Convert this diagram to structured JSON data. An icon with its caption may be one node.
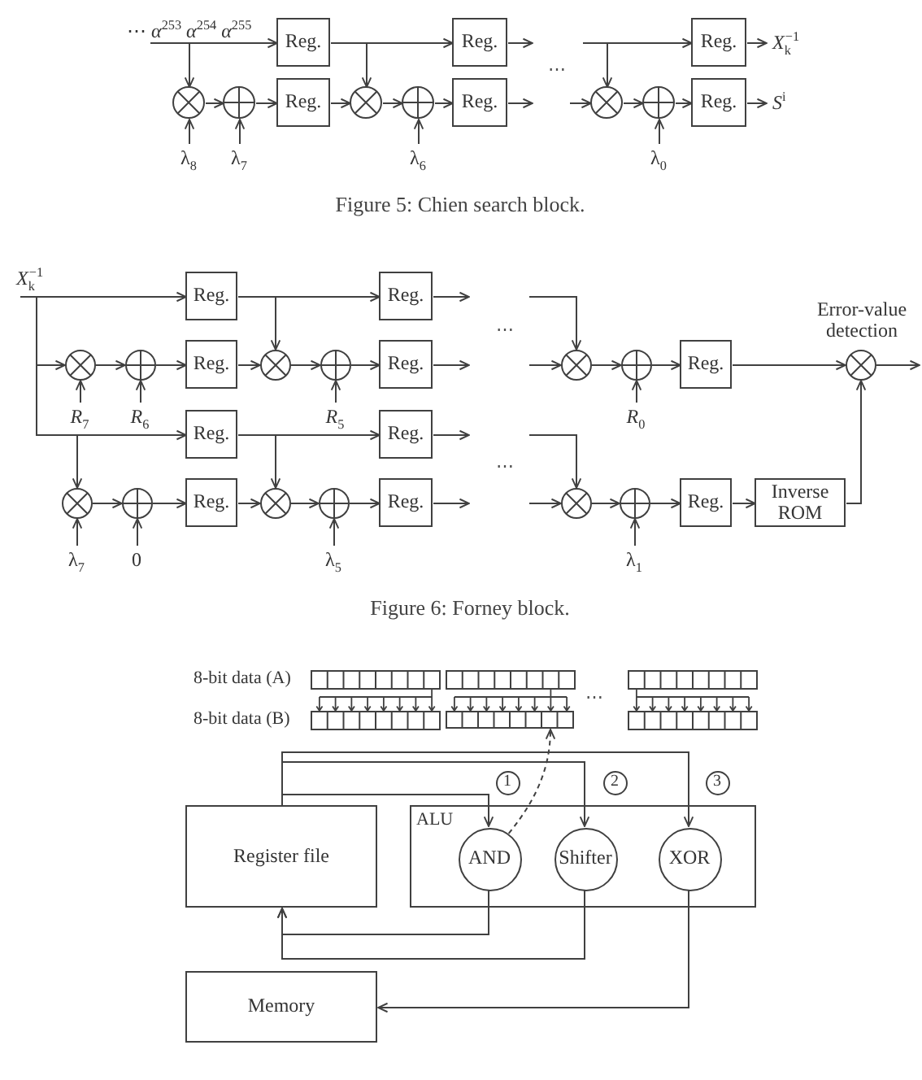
{
  "diagram": {
    "nodes": [
      {
        "text": [
          "⋯ *α*$^{253}$ *α*$^{254}$ *α*$^{255}$"
        ]
      },
      {
        "text": [
          "Reg."
        ]
      },
      {
        "text": [
          "Reg."
        ]
      },
      {
        "text": [
          "Reg."
        ]
      },
      {
        "text": [
          "*X*$_{k}$$^{−1}$"
        ]
      },
      {
        "text": [],
        "shape": "multiplier"
      },
      {
        "text": [],
        "shape": "adder"
      },
      {
        "text": [
          "Reg."
        ]
      },
      {
        "text": [],
        "shape": "multiplier"
      },
      {
        "text": [],
        "shape": "adder"
      },
      {
        "text": [
          "Reg."
        ]
      },
      {
        "text": [],
        "shape": "multiplier"
      },
      {
        "text": [],
        "shape": "adder"
      },
      {
        "text": [
          "Reg."
        ]
      },
      {
        "text": [
          "*S*$^{i}$"
        ]
      },
      {
        "text": [
          "λ$_{8}$"
        ]
      },
      {
        "text": [
          "λ$_{7}$"
        ]
      },
      {
        "text": [
          "λ$_{6}$"
        ]
      },
      {
        "text": [
          "λ$_{0}$"
        ]
      },
      {
        "text": [
          "*X*$_{k}$$^{−1}$"
        ]
      },
      {
        "text": [
          "Reg."
        ]
      },
      {
        "text": [
          "Reg."
        ]
      },
      {
        "text": [],
        "shape": "multiplier"
      },
      {
        "text": [],
        "shape": "adder"
      },
      {
        "text": [
          "Reg."
        ]
      },
      {
        "text": [],
        "shape": "multiplier"
      },
      {
        "text": [],
        "shape": "adder"
      },
      {
        "text": [
          "Reg."
        ]
      },
      {
        "text": [],
        "shape": "multiplier"
      },
      {
        "text": [],
        "shape": "adder"
      },
      {
        "text": [
          "Reg."
        ]
      },
      {
        "text": [],
        "shape": "multiplier",
        "beside": [
          "Error-value detection"
        ]
      },
      {
        "text": [
          "*R*$_{7}$"
        ]
      },
      {
        "text": [
          "*R*$_{6}$"
        ]
      },
      {
        "text": [
          "*R*$_{5}$"
        ]
      },
      {
        "text": [
          "*R*$_{0}$"
        ]
      },
      {
        "text": [
          "Reg."
        ]
      },
      {
        "text": [
          "Reg."
        ]
      },
      {
        "text": [],
        "shape": "multiplier"
      },
      {
        "text": [],
        "shape": "adder"
      },
      {
        "text": [
          "Reg."
        ]
      },
      {
        "text": [],
        "shape": "multiplier"
      },
      {
        "text": [],
        "shape": "adder"
      },
      {
        "text": [
          "Reg."
        ]
      },
      {
        "text": [],
        "shape": "multiplier"
      },
      {
        "text": [],
        "shape": "adder"
      },
      {
        "text": [
          "Reg."
        ]
      },
      {
        "text": [
          "Inverse ROM"
        ]
      },
      {
        "text": [
          "λ$_{7}$"
        ]
      },
      {
        "text": [
          "0"
        ]
      },
      {
        "text": [
          "λ$_{5}$"
        ]
      },
      {
        "text": [
          "λ$_{1}$"
        ]
      },
      {
        "text": [],
        "shape": "box"
      },
      {
        "text": [
          "Register file"
        ]
      },
      {
        "text": [
          "ALU"
        ]
      },
      {
        "text": [
          "AND"
        ],
        "in": 54
      },
      {
        "text": [
          "Shifter"
        ],
        "in": 54
      },
      {
        "text": [
          "XOR"
        ],
        "in": 54
      },
      {
        "text": [
          "Memory"
        ]
      }
    ],
    "edges": [
      {
        "from": 0,
        "to": 1,
        "arrow": "to"
      },
      {
        "from": 0,
        "to": 5,
        "arrow": "to"
      },
      {
        "from": 1,
        "to": 2,
        "arrow": "to"
      },
      {
        "from": 1,
        "to": 8,
        "arrow": "to"
      },
      {
        "from": 2,
        "to": null,
        "arrow": "to"
      },
      {
        "from": null,
        "to": 3,
        "arrow": "to"
      },
      {
        "from": null,
        "to": 11,
        "arrow": "to"
      },
      {
        "from": 3,
        "to": 4,
        "arrow": "to"
      },
      {
        "from": 5,
        "to": 6,
        "arrow": "to"
      },
      {
        "from": 6,
        "to": 7,
        "arrow": "to"
      },
      {
        "from": 7,
        "to": 8,
        "arrow": "to"
      },
      {
        "from": 8,
        "to": 9,
        "arrow": "to"
      },
      {
        "from": 9,
        "to": 10,
        "arrow": "to"
      },
      {
        "from": 10,
        "to": null,
        "arrow": "to"
      },
      {
        "from": null,
        "to": 11,
        "arrow": "to"
      },
      {
        "from": 11,
        "to": 12,
        "arrow": "to"
      },
      {
        "from": 12,
        "to": 13,
        "arrow": "to"
      },
      {
        "from": 13,
        "to": 14,
        "arrow": "to"
      },
      {
        "from": 15,
        "to": 5,
        "arrow": "to"
      },
      {
        "from": 16,
        "to": 6,
        "arrow": "to"
      },
      {
        "from": 17,
        "to": 9,
        "arrow": "to"
      },
      {
        "from": 18,
        "to": 12,
        "arrow": "to"
      },
      {
        "from": 19,
        "to": 20,
        "arrow": "to"
      },
      {
        "from": 19,
        "to": 22,
        "arrow": "to"
      },
      {
        "from": 19,
        "to": 36,
        "arrow": "to"
      },
      {
        "from": 19,
        "to": 38,
        "arrow": "to"
      },
      {
        "from": 20,
        "to": 21,
        "arrow": "to"
      },
      {
        "from": 20,
        "to": 25,
        "arrow": "to"
      },
      {
        "from": 21,
        "to": null,
        "arrow": "to"
      },
      {
        "from": null,
        "to": 28,
        "arrow": "to"
      },
      {
        "from": 22,
        "to": 23,
        "arrow": "to"
      },
      {
        "from": 23,
        "to": 24,
        "arrow": "to"
      },
      {
        "from": 24,
        "to": 25,
        "arrow": "to"
      },
      {
        "from": 25,
        "to": 26,
        "arrow": "to"
      },
      {
        "from": 26,
        "to": 27,
        "arrow": "to"
      },
      {
        "from": 27,
        "to": null,
        "arrow": "to"
      },
      {
        "from": null,
        "to": 28,
        "arrow": "to"
      },
      {
        "from": 28,
        "to": 29,
        "arrow": "to"
      },
      {
        "from": 29,
        "to": 30,
        "arrow": "to"
      },
      {
        "from": 30,
        "to": 31,
        "arrow": "to"
      },
      {
        "from": 31,
        "to": null,
        "arrow": "to"
      },
      {
        "from": 32,
        "to": 22,
        "arrow": "to"
      },
      {
        "from": 33,
        "to": 23,
        "arrow": "to"
      },
      {
        "from": 34,
        "to": 26,
        "arrow": "to"
      },
      {
        "from": 35,
        "to": 29,
        "arrow": "to"
      },
      {
        "from": 36,
        "to": 37,
        "arrow": "to"
      },
      {
        "from": 36,
        "to": 41,
        "arrow": "to"
      },
      {
        "from": 37,
        "to": null,
        "arrow": "to"
      },
      {
        "from": null,
        "to": 44,
        "arrow": "to"
      },
      {
        "from": 38,
        "to": 39,
        "arrow": "to"
      },
      {
        "from": 39,
        "to": 40,
        "arrow": "to"
      },
      {
        "from": 40,
        "to": 41,
        "arrow": "to"
      },
      {
        "from": 41,
        "to": 42,
        "arrow": "to"
      },
      {
        "from": 42,
        "to": 43,
        "arrow": "to"
      },
      {
        "from": 43,
        "to": null,
        "arrow": "to"
      },
      {
        "from": null,
        "to": 44,
        "arrow": "to"
      },
      {
        "from": 44,
        "to": 45,
        "arrow": "to"
      },
      {
        "from": 45,
        "to": 46,
        "arrow": "to"
      },
      {
        "from": 46,
        "to": 47,
        "arrow": "to"
      },
      {
        "from": 47,
        "to": 31,
        "arrow": "to"
      },
      {
        "from": 48,
        "to": 38,
        "arrow": "to"
      },
      {
        "from": 49,
        "to": 39,
        "arrow": "to"
      },
      {
        "from": 50,
        "to": 42,
        "arrow": "to"
      },
      {
        "from": 51,
        "to": 45,
        "arrow": "to"
      },
      {
        "from": 53,
        "to": 57,
        "arrow": "to"
      },
      {
        "from": 53,
        "to": 56,
        "arrow": "to"
      },
      {
        "from": 53,
        "to": 55,
        "arrow": "to"
      },
      {
        "from": 55,
        "to": 52,
        "arrow": "to",
        "style": "dashed"
      },
      {
        "from": 55,
        "to": 53,
        "arrow": "to"
      },
      {
        "from": 56,
        "to": 53,
        "arrow": "to"
      },
      {
        "from": 57,
        "to": 58,
        "arrow": "to"
      }
    ],
    "labels": [
      "⋯",
      "Figure 5: Chien search block.",
      "⋯",
      "⋯",
      "Figure 6: Forney block.",
      "8-bit data (A)",
      "8-bit data (B)",
      "⋯",
      "1",
      "2",
      "3"
    ]
  }
}
